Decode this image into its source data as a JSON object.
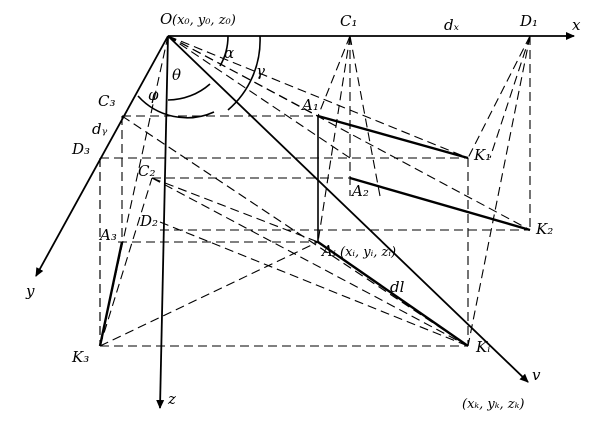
{
  "labels": {
    "origin": "O",
    "origin_coords": "(x₀, y₀, z₀)",
    "x_axis": "x",
    "y_axis": "y",
    "z_axis": "z",
    "v_axis": "v",
    "dx": "dₓ",
    "dy": "dᵧ",
    "dl": "dl",
    "alpha": "α",
    "theta": "θ",
    "gamma": "γ",
    "phi": "φ",
    "C1": "C₁",
    "C2": "C₂",
    "C3": "C₃",
    "D1": "D₁",
    "D2": "D₂",
    "D3": "D₃",
    "A1": "A₁",
    "A2": "A₂",
    "A3": "A₃",
    "Ai": "Aᵢ",
    "Ai_coords": "(xᵢ, yᵢ, zᵢ)",
    "K1": "K₁",
    "K2": "K₂",
    "K3": "K₃",
    "Ki": "Kᵢ",
    "K_coords": "(xₖ, yₖ, zₖ)"
  }
}
